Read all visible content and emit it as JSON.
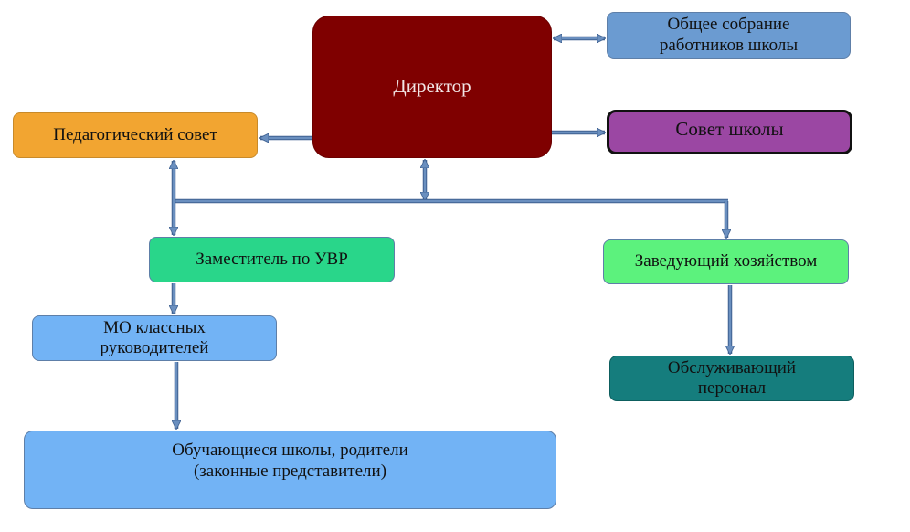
{
  "nodes": {
    "director": {
      "label": "Директор",
      "color": "#7f0000"
    },
    "assembly": {
      "label": "Общее собрание\nработников школы",
      "color": "#6b9bd1"
    },
    "council": {
      "label": "Совет школы",
      "color": "#9b47a3"
    },
    "pedsovet": {
      "label": "Педагогический совет",
      "color": "#f2a531"
    },
    "deputy": {
      "label": "Заместитель по УВР",
      "color": "#29d68a"
    },
    "manager": {
      "label": "Заведующий хозяйством",
      "color": "#5cf27d"
    },
    "mo": {
      "label": "МО классных\nруководителей",
      "color": "#72b3f5"
    },
    "staff": {
      "label": "Обслуживающий\nперсонал",
      "color": "#157d7d"
    },
    "students": {
      "label": "Обучающиеся школы, родители\n(законные представители)",
      "color": "#72b3f5"
    }
  },
  "edges": [
    {
      "from": "director",
      "to": "assembly",
      "direction": "both"
    },
    {
      "from": "director",
      "to": "council",
      "direction": "forward"
    },
    {
      "from": "director",
      "to": "pedsovet",
      "direction": "forward"
    },
    {
      "from": "director",
      "to": "deputy",
      "direction": "both",
      "via": "bus"
    },
    {
      "from": "pedsovet",
      "to": "deputy",
      "direction": "both"
    },
    {
      "from": "director",
      "to": "manager",
      "direction": "forward",
      "via": "bus"
    },
    {
      "from": "deputy",
      "to": "mo",
      "direction": "forward"
    },
    {
      "from": "mo",
      "to": "students",
      "direction": "forward"
    },
    {
      "from": "manager",
      "to": "staff",
      "direction": "forward"
    }
  ],
  "colors": {
    "connector": "#6a8fbf",
    "connector_outline": "#3d5f8f"
  }
}
